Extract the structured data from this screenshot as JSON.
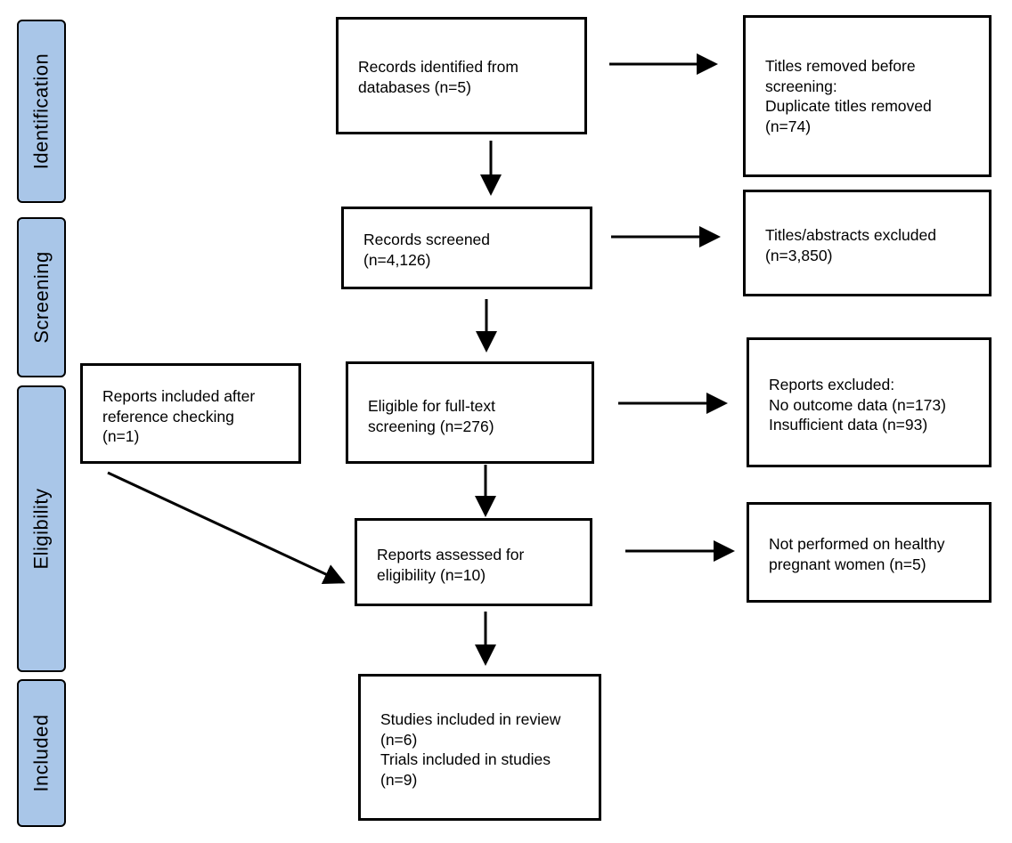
{
  "style": {
    "phase_fill": "#a9c6e8",
    "border_color": "#000000",
    "text_color": "#000000",
    "background": "#ffffff"
  },
  "phases": {
    "identification": "Identification",
    "screening": "Screening",
    "eligibility": "Eligibility",
    "included": "Included"
  },
  "boxes": {
    "records_identified": {
      "lines": [
        "Records identified from",
        "databases (n=5)"
      ]
    },
    "titles_removed": {
      "lines": [
        "Titles removed before",
        "screening:",
        "Duplicate titles removed",
        "(n=74)"
      ]
    },
    "records_screened": {
      "lines": [
        "Records screened",
        "(n=4,126)"
      ]
    },
    "titles_abstracts_excluded": {
      "lines": [
        "Titles/abstracts excluded",
        "(n=3,850)"
      ]
    },
    "reports_reference_checking": {
      "lines": [
        "Reports included after",
        "reference checking",
        "(n=1)"
      ]
    },
    "eligible_full_text": {
      "lines": [
        "Eligible for full-text",
        "screening (n=276)"
      ]
    },
    "reports_excluded": {
      "lines": [
        "Reports excluded:",
        "No outcome data (n=173)",
        "Insufficient data (n=93)"
      ]
    },
    "reports_assessed": {
      "lines": [
        "Reports assessed for",
        "eligibility (n=10)"
      ]
    },
    "not_performed": {
      "lines": [
        "Not performed on healthy",
        "pregnant women (n=5)"
      ]
    },
    "studies_included": {
      "lines": [
        "Studies included in review",
        "(n=6)",
        "Trials included in studies",
        "(n=9)"
      ]
    }
  }
}
